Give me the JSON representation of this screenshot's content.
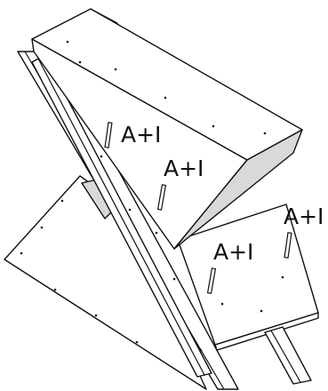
{
  "diagram": {
    "screw_labels": [
      "A+I",
      "A+I",
      "A+I",
      "A+I"
    ],
    "colors": {
      "line": "#111111",
      "shade": "#d9d9d9",
      "background": "#ffffff"
    }
  }
}
